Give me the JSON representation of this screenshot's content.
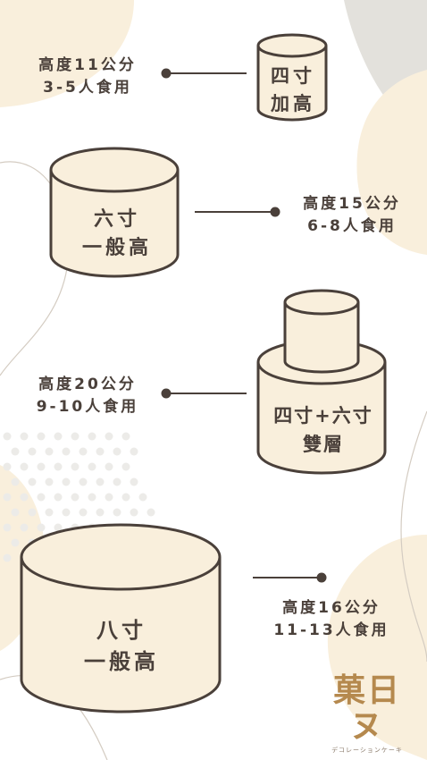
{
  "colors": {
    "accent": "#f9efdc",
    "outline": "#4a403a",
    "text": "#4a403a",
    "brand": "#b5894e",
    "grey_blob": "#e3e1dc"
  },
  "items": [
    {
      "cake_label": [
        "四寸",
        "加高"
      ],
      "spec": [
        "高度11公分",
        "3-5人食用"
      ]
    },
    {
      "cake_label": [
        "六寸",
        "一般高"
      ],
      "spec": [
        "高度15公分",
        "6-8人食用"
      ]
    },
    {
      "cake_label": [
        "四寸+六寸",
        "雙層"
      ],
      "spec": [
        "高度20公分",
        "9-10人食用"
      ]
    },
    {
      "cake_label": [
        "八寸",
        "一般高"
      ],
      "spec": [
        "高度16公分",
        "11-13人食用"
      ]
    }
  ],
  "brand": {
    "logo_text": "菓日ヌ",
    "subtitle": "デコレーションケーキ"
  }
}
